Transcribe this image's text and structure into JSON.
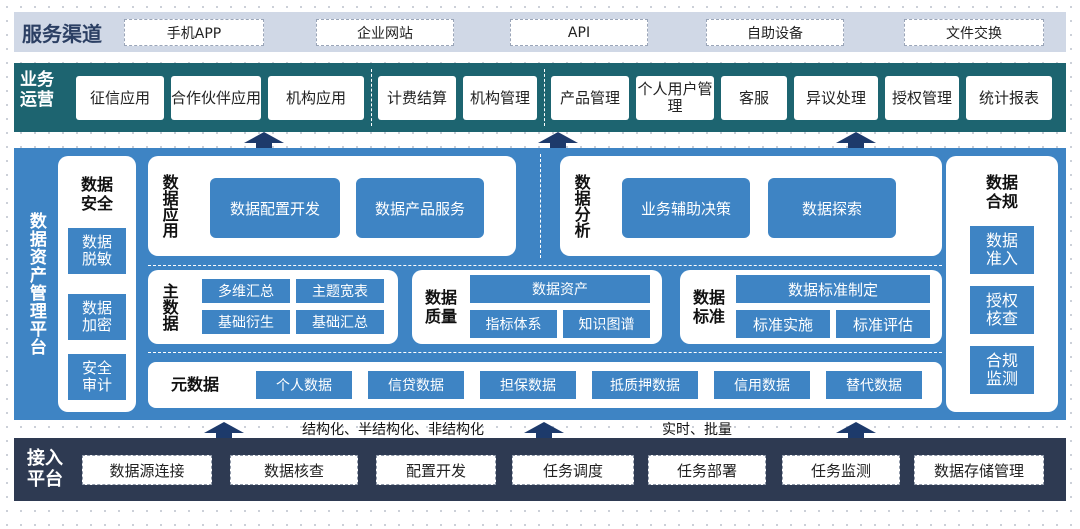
{
  "service": {
    "label": "服务渠道",
    "items": [
      "手机APP",
      "企业网站",
      "API",
      "自助设备",
      "文件交换"
    ]
  },
  "business": {
    "label": "业务运营",
    "items": [
      "征信应用",
      "合作伙伴应用",
      "机构应用",
      "计费结算",
      "机构管理",
      "产品管理",
      "个人用户管理",
      "客服",
      "异议处理",
      "授权管理",
      "统计报表"
    ]
  },
  "platform": {
    "label": "数据资产管理平台",
    "security": {
      "title": "数据安全",
      "items": [
        "数据脱敏",
        "数据加密",
        "安全审计"
      ]
    },
    "application": {
      "title": "数据应用",
      "items": [
        "数据配置开发",
        "数据产品服务"
      ]
    },
    "analysis": {
      "title": "数据分析",
      "items": [
        "业务辅助决策",
        "数据探索"
      ]
    },
    "master": {
      "title": "主数据",
      "items": [
        "多维汇总",
        "主题宽表",
        "基础衍生",
        "基础汇总"
      ]
    },
    "quality": {
      "title": "数据质量",
      "top": "数据资产",
      "items": [
        "指标体系",
        "知识图谱"
      ]
    },
    "standard": {
      "title": "数据标准",
      "top": "数据标准制定",
      "items": [
        "标准实施",
        "标准评估"
      ]
    },
    "metadata": {
      "title": "元数据",
      "items": [
        "个人数据",
        "信贷数据",
        "担保数据",
        "抵质押数据",
        "信用数据",
        "替代数据"
      ]
    },
    "compliance": {
      "title": "数据合规",
      "items": [
        "数据准入",
        "授权核查",
        "合规监测"
      ]
    }
  },
  "flow_labels": [
    "结构化、半结构化、非结构化",
    "实时、批量"
  ],
  "access": {
    "label": "接入平台",
    "items": [
      "数据源连接",
      "数据核查",
      "配置开发",
      "任务调度",
      "任务部署",
      "任务监测",
      "数据存储管理"
    ]
  },
  "colors": {
    "service_bg": "#d0d8e6",
    "business_bg": "#1d6470",
    "platform_bg": "#3e84c4",
    "access_bg": "#2e3a52",
    "arrow": "#1d3a6b"
  }
}
